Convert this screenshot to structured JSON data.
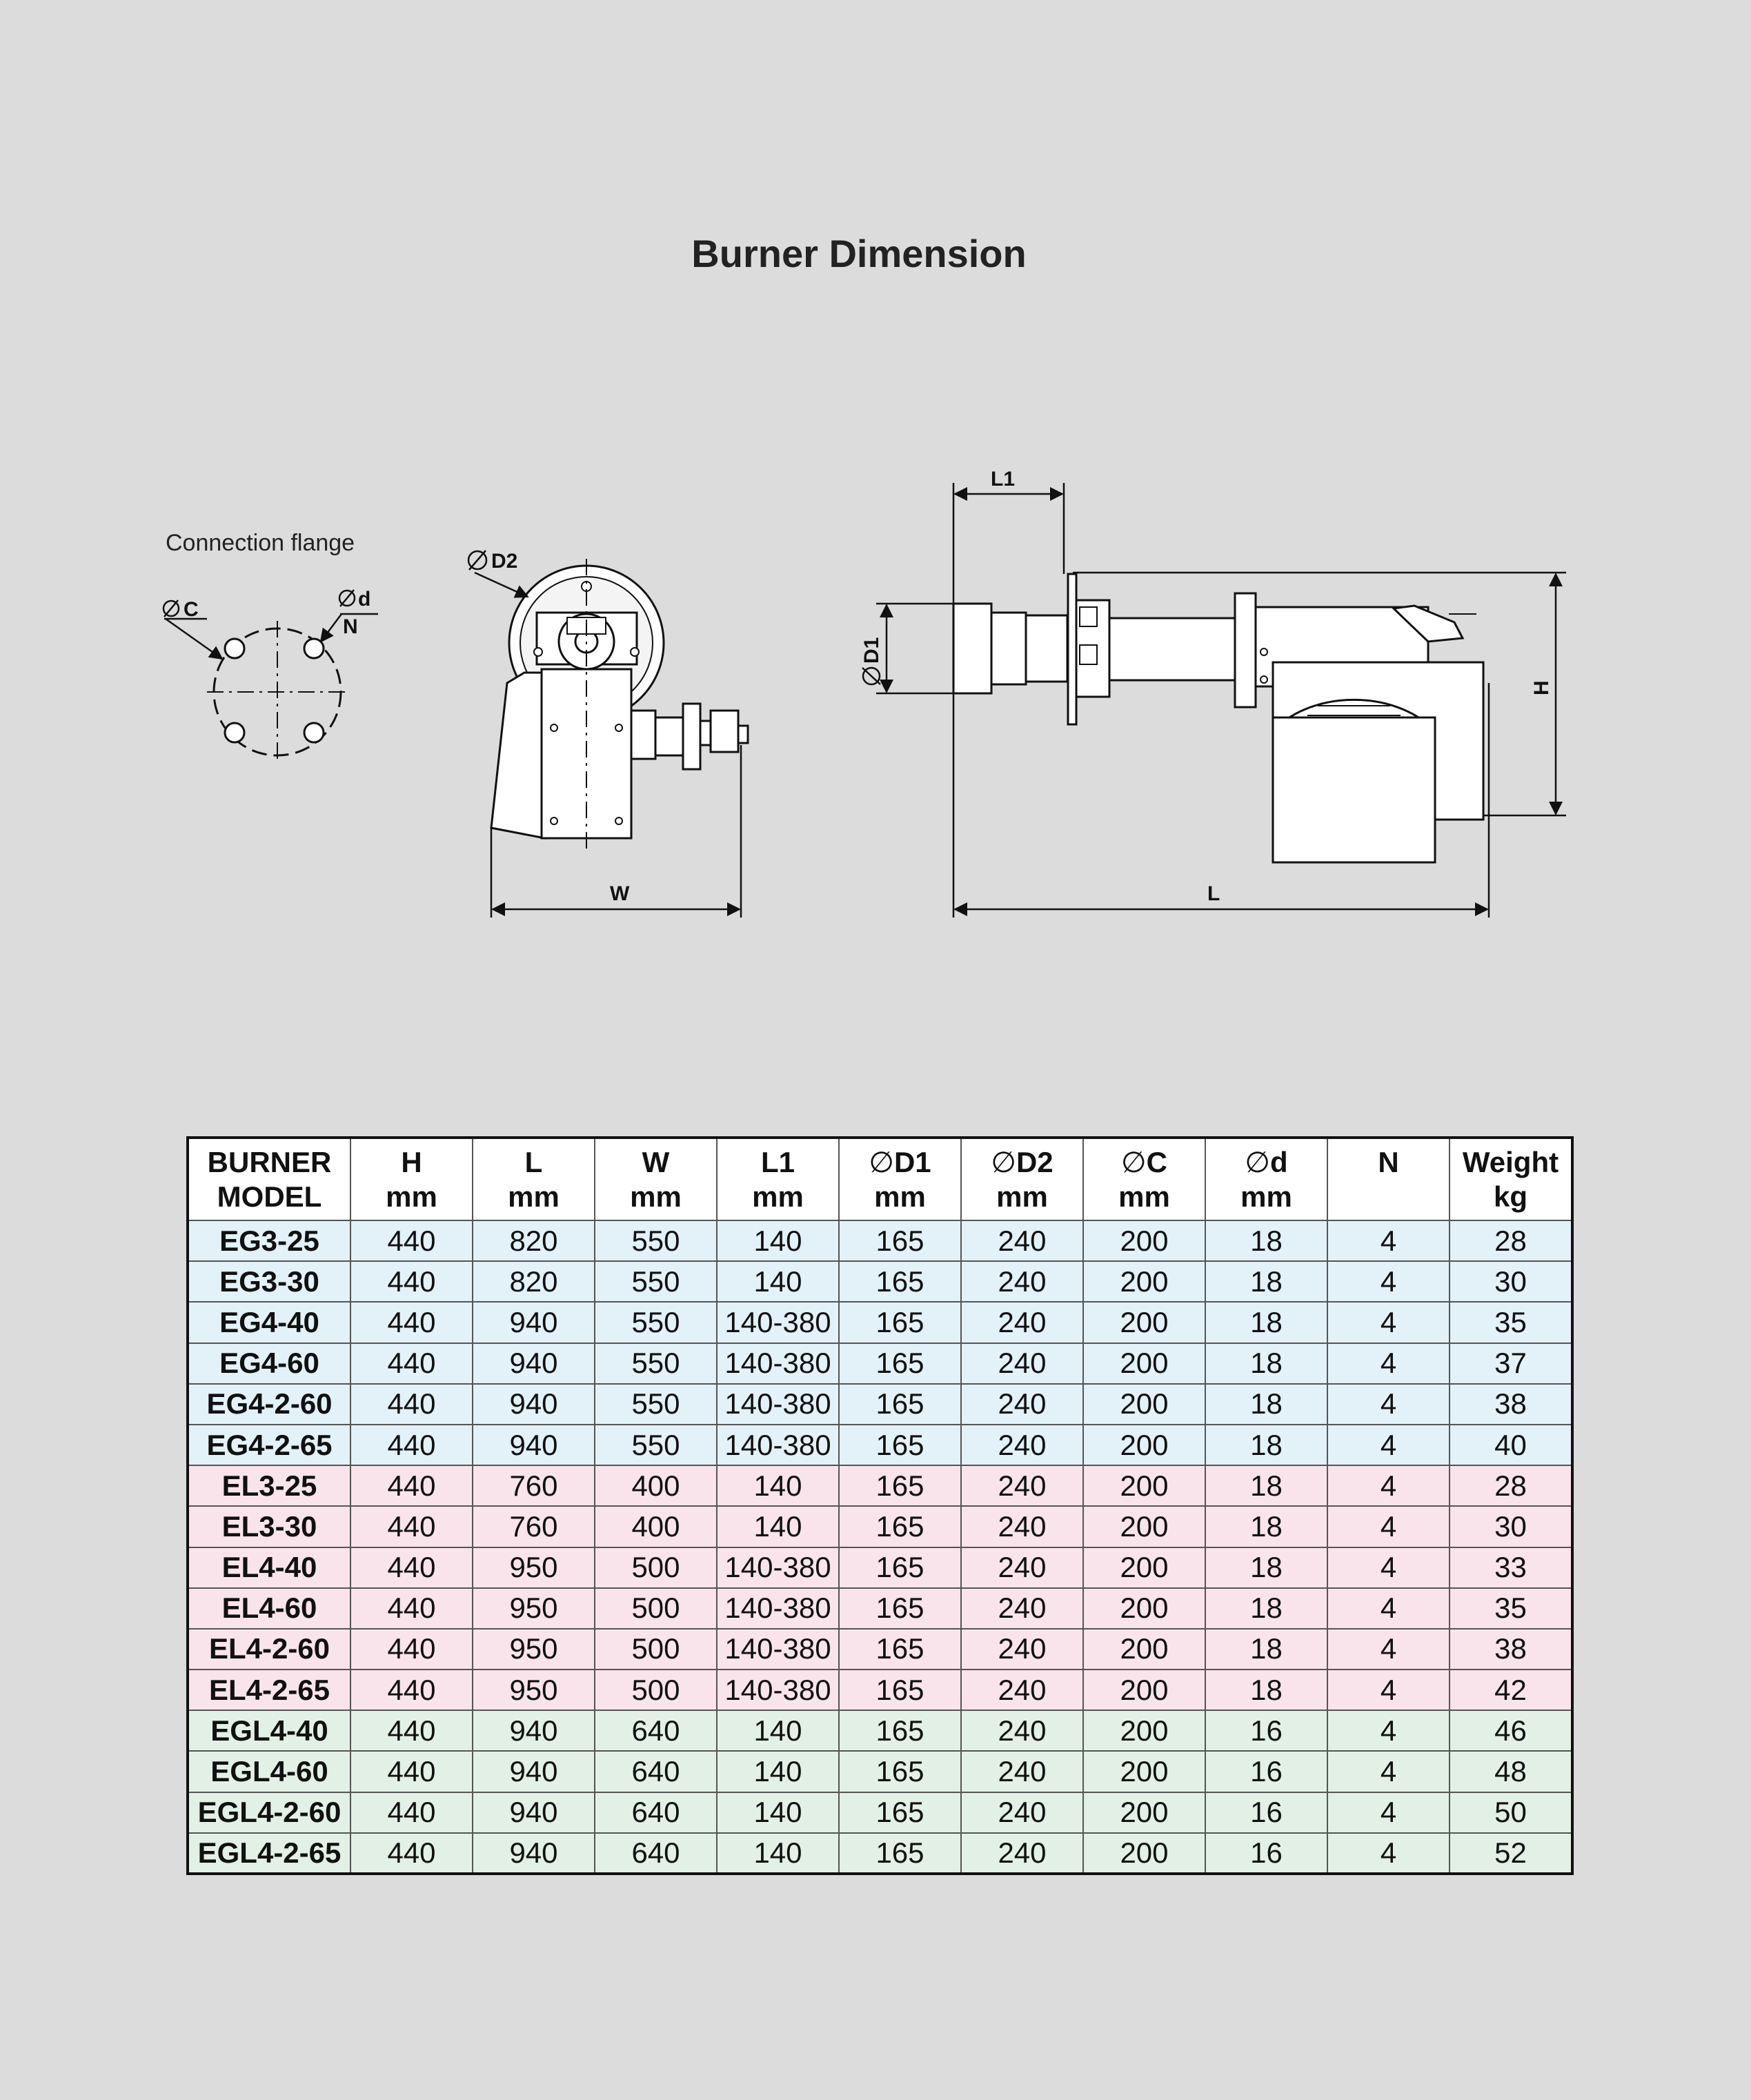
{
  "page": {
    "title": "Burner Dimension"
  },
  "drawing": {
    "flange_caption": "Connection flange",
    "labels": {
      "c": "C",
      "d": "d",
      "n": "N",
      "d2": "D2",
      "w": "W",
      "l1": "L1",
      "d1": "D1",
      "h": "H",
      "l": "L"
    }
  },
  "table": {
    "headers": [
      {
        "line1": "BURNER",
        "line2": "MODEL",
        "symbol": ""
      },
      {
        "line1": "H",
        "line2": "mm",
        "symbol": ""
      },
      {
        "line1": "L",
        "line2": "mm",
        "symbol": ""
      },
      {
        "line1": "W",
        "line2": "mm",
        "symbol": ""
      },
      {
        "line1": "L1",
        "line2": "mm",
        "symbol": ""
      },
      {
        "line1": "D1",
        "line2": "mm",
        "symbol": "∅"
      },
      {
        "line1": "D2",
        "line2": "mm",
        "symbol": "∅"
      },
      {
        "line1": "C",
        "line2": "mm",
        "symbol": "∅"
      },
      {
        "line1": "d",
        "line2": "mm",
        "symbol": "∅"
      },
      {
        "line1": "N",
        "line2": "",
        "symbol": ""
      },
      {
        "line1": "Weight",
        "line2": "kg",
        "symbol": ""
      }
    ],
    "row_colors": {
      "EG": "#e3f1f8",
      "EL": "#f8e4ea",
      "EGL": "#e3f0e6"
    },
    "rows": [
      {
        "group": "EG",
        "cells": [
          "EG3-25",
          "440",
          "820",
          "550",
          "140",
          "165",
          "240",
          "200",
          "18",
          "4",
          "28"
        ]
      },
      {
        "group": "EG",
        "cells": [
          "EG3-30",
          "440",
          "820",
          "550",
          "140",
          "165",
          "240",
          "200",
          "18",
          "4",
          "30"
        ]
      },
      {
        "group": "EG",
        "cells": [
          "EG4-40",
          "440",
          "940",
          "550",
          "140-380",
          "165",
          "240",
          "200",
          "18",
          "4",
          "35"
        ]
      },
      {
        "group": "EG",
        "cells": [
          "EG4-60",
          "440",
          "940",
          "550",
          "140-380",
          "165",
          "240",
          "200",
          "18",
          "4",
          "37"
        ]
      },
      {
        "group": "EG",
        "cells": [
          "EG4-2-60",
          "440",
          "940",
          "550",
          "140-380",
          "165",
          "240",
          "200",
          "18",
          "4",
          "38"
        ]
      },
      {
        "group": "EG",
        "cells": [
          "EG4-2-65",
          "440",
          "940",
          "550",
          "140-380",
          "165",
          "240",
          "200",
          "18",
          "4",
          "40"
        ]
      },
      {
        "group": "EL",
        "cells": [
          "EL3-25",
          "440",
          "760",
          "400",
          "140",
          "165",
          "240",
          "200",
          "18",
          "4",
          "28"
        ]
      },
      {
        "group": "EL",
        "cells": [
          "EL3-30",
          "440",
          "760",
          "400",
          "140",
          "165",
          "240",
          "200",
          "18",
          "4",
          "30"
        ]
      },
      {
        "group": "EL",
        "cells": [
          "EL4-40",
          "440",
          "950",
          "500",
          "140-380",
          "165",
          "240",
          "200",
          "18",
          "4",
          "33"
        ]
      },
      {
        "group": "EL",
        "cells": [
          "EL4-60",
          "440",
          "950",
          "500",
          "140-380",
          "165",
          "240",
          "200",
          "18",
          "4",
          "35"
        ]
      },
      {
        "group": "EL",
        "cells": [
          "EL4-2-60",
          "440",
          "950",
          "500",
          "140-380",
          "165",
          "240",
          "200",
          "18",
          "4",
          "38"
        ]
      },
      {
        "group": "EL",
        "cells": [
          "EL4-2-65",
          "440",
          "950",
          "500",
          "140-380",
          "165",
          "240",
          "200",
          "18",
          "4",
          "42"
        ]
      },
      {
        "group": "EGL",
        "cells": [
          "EGL4-40",
          "440",
          "940",
          "640",
          "140",
          "165",
          "240",
          "200",
          "16",
          "4",
          "46"
        ]
      },
      {
        "group": "EGL",
        "cells": [
          "EGL4-60",
          "440",
          "940",
          "640",
          "140",
          "165",
          "240",
          "200",
          "16",
          "4",
          "48"
        ]
      },
      {
        "group": "EGL",
        "cells": [
          "EGL4-2-60",
          "440",
          "940",
          "640",
          "140",
          "165",
          "240",
          "200",
          "16",
          "4",
          "50"
        ]
      },
      {
        "group": "EGL",
        "cells": [
          "EGL4-2-65",
          "440",
          "940",
          "640",
          "140",
          "165",
          "240",
          "200",
          "16",
          "4",
          "52"
        ]
      }
    ]
  }
}
